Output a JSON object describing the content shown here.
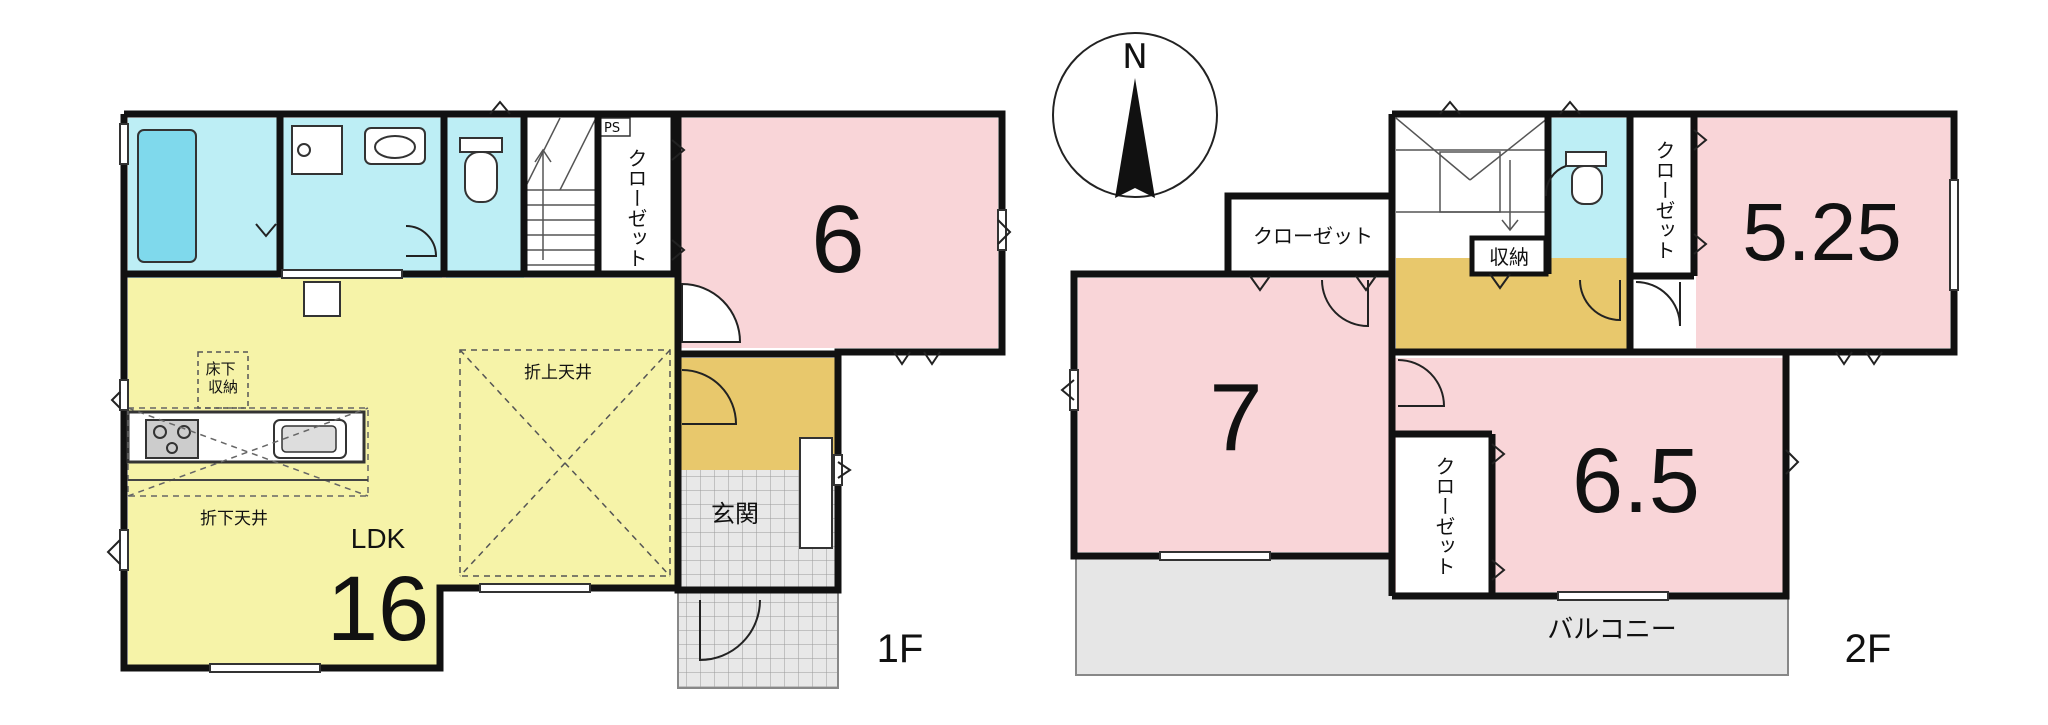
{
  "compass": {
    "north_label": "N"
  },
  "floor1": {
    "label": "1F",
    "ps_label": "PS",
    "closet_label": "クローゼット",
    "bedroom_size": "6",
    "underfloor_storage": "床下\n収納",
    "ceiling_up_label": "折上天井",
    "ceiling_down_label": "折下天井",
    "ldk_label": "LDK",
    "ldk_size": "16",
    "entrance_label": "玄関"
  },
  "floor2": {
    "label": "2F",
    "closet_top_label": "クローゼット",
    "closet_right_label": "クローゼット",
    "closet_mid_label": "クローゼット",
    "storage_label": "収納",
    "room_left_size": "7",
    "room_right_size": "5.25",
    "room_center_size": "6.5",
    "balcony_label": "バルコニー"
  },
  "colors": {
    "wall": "#111111",
    "bedroom_pink": "#f9d5d8",
    "wet_area_blue": "#bdeef5",
    "bath_blue": "#7fd9ec",
    "ldk_yellow": "#f6f3a8",
    "hall_gold": "#e8c86c",
    "entrance_tile": "#e5e5e5",
    "balcony_gray": "#e6e6e6"
  }
}
